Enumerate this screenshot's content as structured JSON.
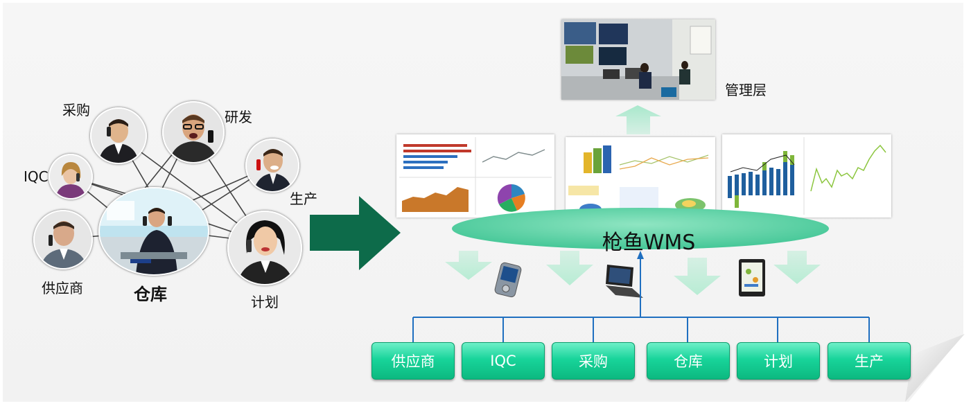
{
  "left": {
    "people": [
      {
        "id": "caigou",
        "label": "采购"
      },
      {
        "id": "yanfa",
        "label": "研发"
      },
      {
        "id": "iqc",
        "label": "IQC"
      },
      {
        "id": "shengchan",
        "label": "生产"
      },
      {
        "id": "gongying",
        "label": "供应商"
      },
      {
        "id": "jihua",
        "label": "计划"
      }
    ],
    "center_label": "仓库"
  },
  "right": {
    "management_label": "管理层",
    "platform_label": "枪鱼WMS",
    "modules": [
      "供应商",
      "IQC",
      "采购",
      "仓库",
      "计划",
      "生产"
    ]
  },
  "colors": {
    "big_arrow": "#0d6b4a",
    "platform": "#4fcfa0",
    "module": "#18d49a",
    "connector": "#1f6fc0",
    "light_arrow": "#b8ecd4"
  }
}
